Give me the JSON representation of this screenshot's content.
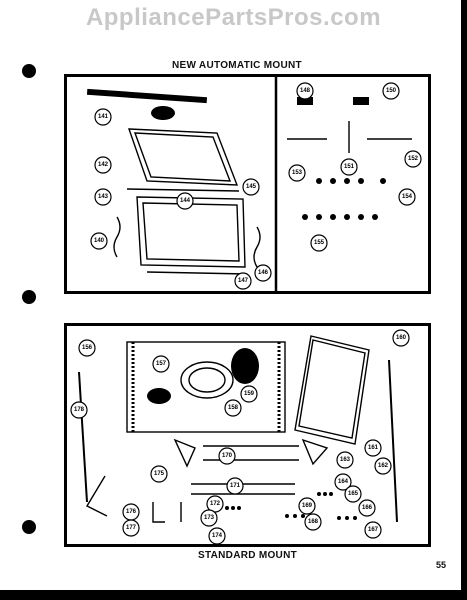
{
  "watermark": "AppliancePartsPros.com",
  "top_diagram": {
    "title": "NEW AUTOMATIC MOUNT",
    "callouts_left": [
      "141",
      "142",
      "143",
      "144",
      "145",
      "140",
      "146",
      "147"
    ],
    "callouts_right": [
      "148",
      "150",
      "151",
      "152",
      "153",
      "154",
      "155"
    ]
  },
  "bottom_diagram": {
    "title": "STANDARD MOUNT",
    "callouts": [
      "156",
      "157",
      "158",
      "159",
      "160",
      "161",
      "162",
      "163",
      "164",
      "165",
      "166",
      "167",
      "168",
      "169",
      "170",
      "171",
      "172",
      "173",
      "174",
      "175",
      "176",
      "177",
      "178"
    ]
  },
  "page_number": "55"
}
